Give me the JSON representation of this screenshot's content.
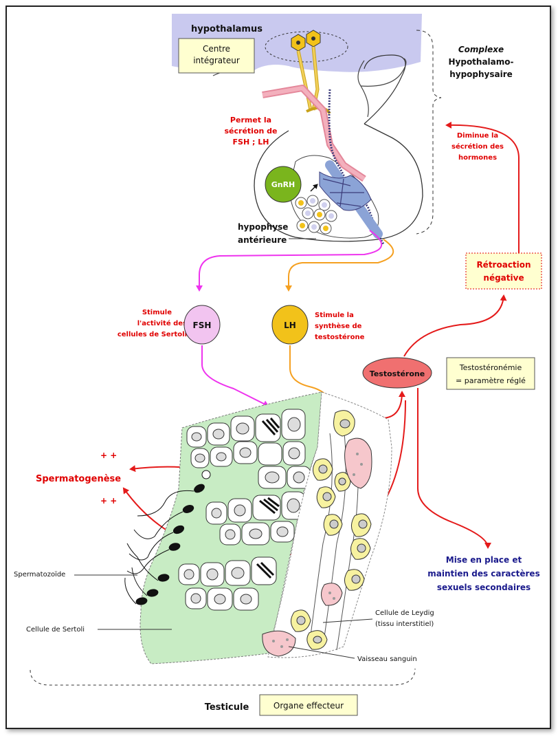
{
  "labels": {
    "hypothalamus": "hypothalamus",
    "centre_line1": "Centre",
    "centre_line2": "intégrateur",
    "complexe_line1": "Complexe",
    "complexe_line2": "Hypothalamo-",
    "complexe_line3": "hypophysaire",
    "permet_line1": "Permet la",
    "permet_line2": "sécrétion de",
    "permet_line3": "FSH ; LH",
    "diminue_line1": "Diminue la",
    "diminue_line2": "sécrétion des",
    "diminue_line3": "hormones",
    "gnrh": "GnRH",
    "hypophyse_line1": "hypophyse",
    "hypophyse_line2": "antérieure",
    "retro_line1": "Rétroaction",
    "retro_line2": "négative",
    "stimule_fsh_line1": "Stimule",
    "stimule_fsh_line2": "l'activité des",
    "stimule_fsh_line3": "cellules de Sertoli",
    "fsh": "FSH",
    "lh": "LH",
    "stimule_lh_line1": "Stimule la",
    "stimule_lh_line2": "synthèse de",
    "stimule_lh_line3": "testostérone",
    "testosterone": "Testostérone",
    "testosteronemie_line1": "Testostéronémie",
    "testosteronemie_line2": "= paramètre réglé",
    "plus_top": "+ +",
    "spermatogenese": "Spermatogenèse",
    "plus_bottom": "+ +",
    "mise_line1": "Mise en place et",
    "mise_line2": "maintien des caractères",
    "mise_line3": "sexuels secondaires",
    "spermatozoide": "Spermatozoïde",
    "sertoli": "Cellule de Sertoli",
    "leydig_line1": "Cellule de Leydig",
    "leydig_line2": "(tissu interstitiel)",
    "vaisseau": "Vaisseau sanguin",
    "testicule": "Testicule",
    "organe": "Organe effecteur"
  },
  "colors": {
    "red_text": "#e00000",
    "blue_text": "#1a1a8c",
    "hypothalamus_fill": "#c9c9ef",
    "gnrh_fill": "#7ab51d",
    "fsh_fill": "#f2c4f0",
    "lh_fill": "#f2c21a",
    "testosterone_fill": "#f07070",
    "note_fill": "#ffffd0",
    "tissue_green": "#c8ecc4",
    "leydig_yellow": "#f7f2a0",
    "vessel_pink": "#f6c7cc",
    "fsh_arrow": "#ee33ee",
    "lh_arrow": "#f5a020",
    "feedback_arrow": "#e41a1a"
  }
}
